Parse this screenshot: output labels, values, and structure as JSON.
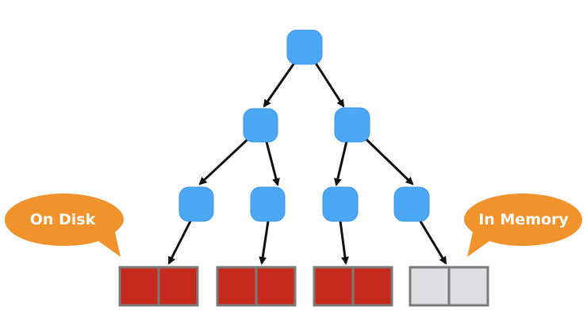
{
  "diagram": {
    "colors": {
      "node": "#4ca8f4",
      "node_stroke": "#3d93e0",
      "edge": "#111111",
      "callout": "#f0932d",
      "disk_block": "#c52a1c",
      "memory_block": "#dfdfe1",
      "block_border": "#7a7a7a"
    },
    "callouts": {
      "left": "On Disk",
      "right": "In Memory"
    },
    "nodes": [
      {
        "id": "root"
      },
      {
        "id": "left-child"
      },
      {
        "id": "right-child"
      },
      {
        "id": "leaf-1"
      },
      {
        "id": "leaf-2"
      },
      {
        "id": "leaf-3"
      },
      {
        "id": "leaf-4"
      }
    ],
    "blocks": [
      {
        "group": "disk",
        "cells": 2
      },
      {
        "group": "disk",
        "cells": 2
      },
      {
        "group": "disk",
        "cells": 2
      },
      {
        "group": "memory",
        "cells": 2
      }
    ]
  }
}
